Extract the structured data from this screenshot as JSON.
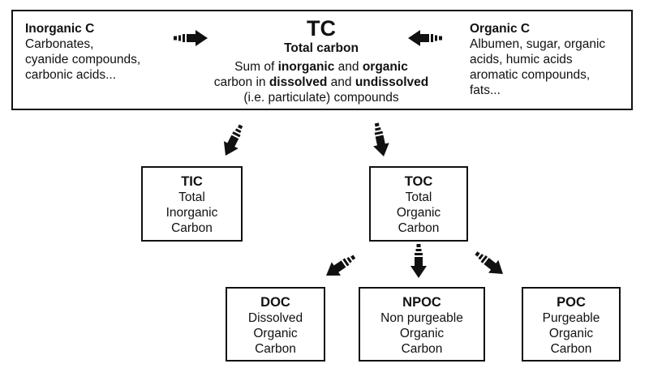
{
  "tc": {
    "title": "TC",
    "subtitle": "Total carbon",
    "desc": {
      "p1": "Sum of ",
      "b1": "inorganic",
      "p2": " and ",
      "b2": "organic",
      "p3": "carbon in ",
      "b3": "dissolved",
      "p4": " and ",
      "b4": "undissolved",
      "p5": "(i.e. particulate) compounds"
    }
  },
  "inorganic": {
    "heading": "Inorganic C",
    "lines": [
      "Carbonates,",
      "cyanide compounds,",
      "carbonic acids..."
    ]
  },
  "organic": {
    "heading": "Organic C",
    "lines": [
      "Albumen, sugar, organic",
      "acids, humic acids",
      "aromatic compounds,",
      "fats..."
    ]
  },
  "nodes": {
    "tic": {
      "code": "TIC",
      "lines": [
        "Total",
        "Inorganic",
        "Carbon"
      ]
    },
    "toc": {
      "code": "TOC",
      "lines": [
        "Total",
        "Organic",
        "Carbon"
      ]
    },
    "doc": {
      "code": "DOC",
      "lines": [
        "Dissolved",
        "Organic",
        "Carbon"
      ]
    },
    "npoc": {
      "code": "NPOC",
      "lines": [
        "Non purgeable",
        "Organic",
        "Carbon"
      ]
    },
    "poc": {
      "code": "POC",
      "lines": [
        "Purgeable",
        "Organic",
        "Carbon"
      ]
    }
  },
  "colors": {
    "ink": "#111111",
    "background": "#ffffff"
  }
}
